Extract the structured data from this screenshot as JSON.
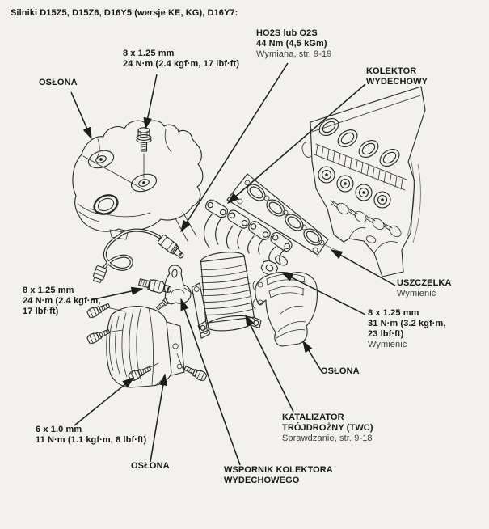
{
  "colors": {
    "background": "#f2f1ee",
    "ink": "#242424",
    "muted": "#3d3d3d"
  },
  "header": {
    "title": "Silniki D15Z5, D15Z6, D16Y5 (wersje KE, KG), D16Y7:"
  },
  "callouts": {
    "shield_top": {
      "l1": "OSŁONA"
    },
    "bolt_top": {
      "l1": "8 x 1.25 mm",
      "l2": "24 N·m (2.4 kgf·m, 17 lbf·ft)"
    },
    "ho2s": {
      "l1": "HO2S lub O2S",
      "l2": "44 Nm (4,5 kGm)",
      "l3": "Wymiana, str. 9-19"
    },
    "manifold": {
      "l1": "KOLEKTOR",
      "l2": "WYDECHOWY"
    },
    "gasket": {
      "l1": "USZCZELKA",
      "l2": "Wymienić"
    },
    "nut_right": {
      "l1": "8 x 1.25 mm",
      "l2": "31 N·m (3.2 kgf·m,",
      "l3": "23 lbf·ft)",
      "l4": "Wymienić"
    },
    "plug_left": {
      "l1": "8 x 1.25 mm",
      "l2": "24 N·m (2.4 kgf·m,",
      "l3": "17 lbf·ft)"
    },
    "shield_right": {
      "l1": "OSŁONA"
    },
    "bolt_bottom": {
      "l1": "6 x 1.0 mm",
      "l2": "11 N·m (1.1 kgf·m, 8 lbf·ft)"
    },
    "shield_bottom": {
      "l1": "OSŁONA"
    },
    "catalyst": {
      "l1": "KATALIZATOR",
      "l2": "TRÓJDROŻNY (TWC)",
      "l3": "Sprawdzanie, str. 9-18"
    },
    "bracket": {
      "l1": "WSPORNIK KOLEKTORA",
      "l2": "WYDECHOWEGO"
    }
  }
}
